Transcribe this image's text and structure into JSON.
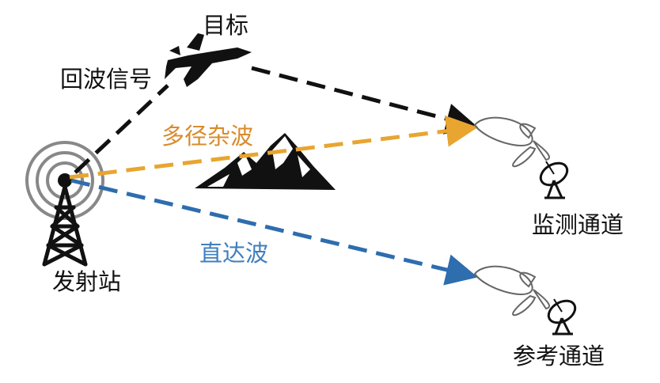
{
  "labels": {
    "target": "目标",
    "echo": "回波信号",
    "multipath": "多径杂波",
    "direct": "直达波",
    "monitor": "监测通道",
    "reference": "参考通道",
    "transmitter": "发射站"
  },
  "colors": {
    "echo_path": "#111111",
    "multipath_path": "#E8A530",
    "direct_path": "#2E6DAE",
    "text_default": "#111111",
    "multipath_text": "#D98B2B",
    "direct_text": "#3F7FBF"
  },
  "icons": [
    "transmitter-tower-icon",
    "fighter-jet-icon",
    "mountain-icon",
    "dish-antenna-icon"
  ]
}
